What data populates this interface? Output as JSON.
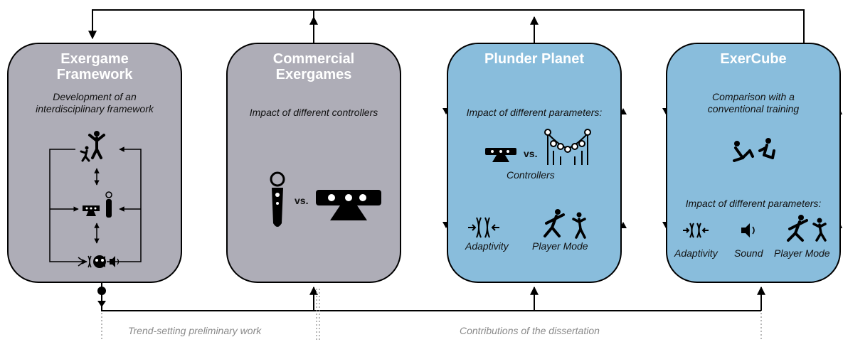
{
  "cards": [
    {
      "title_line1": "Exergame",
      "title_line2": "Framework",
      "subtitle_line1": "Development of an",
      "subtitle_line2": "interdisciplinary framework"
    },
    {
      "title_line1": "Commercial",
      "title_line2": "Exergames",
      "subtitle": "Impact of different controllers",
      "vs": "vs."
    },
    {
      "title": "Plunder Planet",
      "subtitle": "Impact of different parameters:",
      "vs": "vs.",
      "controllers": "Controllers",
      "adaptivity": "Adaptivity",
      "player_mode": "Player Mode"
    },
    {
      "title": "ExerCube",
      "subtitle_line1": "Comparison with a",
      "subtitle_line2": "conventional training",
      "subtitle2": "Impact of different parameters:",
      "adaptivity": "Adaptivity",
      "sound": "Sound",
      "player_mode": "Player Mode"
    }
  ],
  "bottom": {
    "preliminary": "Trend-setting preliminary work",
    "contributions": "Contributions of the dissertation"
  },
  "colors": {
    "gray_card": "#aeadb7",
    "blue_card": "#89bddc",
    "line": "#000000",
    "label_gray": "#8a8a8a"
  }
}
